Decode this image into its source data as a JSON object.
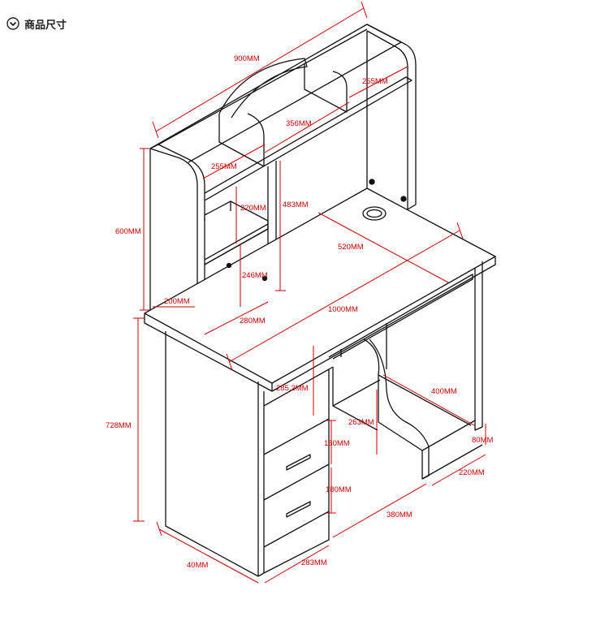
{
  "header": {
    "title": "商品尺寸",
    "icon": "chevron-down-circle-icon"
  },
  "colors": {
    "dimension": "#cc0000",
    "outline": "#111111"
  },
  "dimensions": {
    "top_width": "900MM",
    "shelf_right": "255MM",
    "shelf_center": "356MM",
    "shelf_left": "255MM",
    "hutch_height": "600MM",
    "inner_220": "220MM",
    "inner_483": "483MM",
    "desk_depth_520": "520MM",
    "inner_246": "246MM",
    "side_200": "200MM",
    "shelf_280": "280MM",
    "desk_width": "1000MM",
    "desk_height": "728MM",
    "kneehole_285": "285.2MM",
    "right_400": "400MM",
    "inner_263": "263MM",
    "drawer_180": "180MM",
    "bottom_80": "80MM",
    "right_220": "220MM",
    "drawer_180_b": "180MM",
    "bottom_380": "380MM",
    "depth_40": "40MM",
    "bottom_283": "283MM"
  }
}
